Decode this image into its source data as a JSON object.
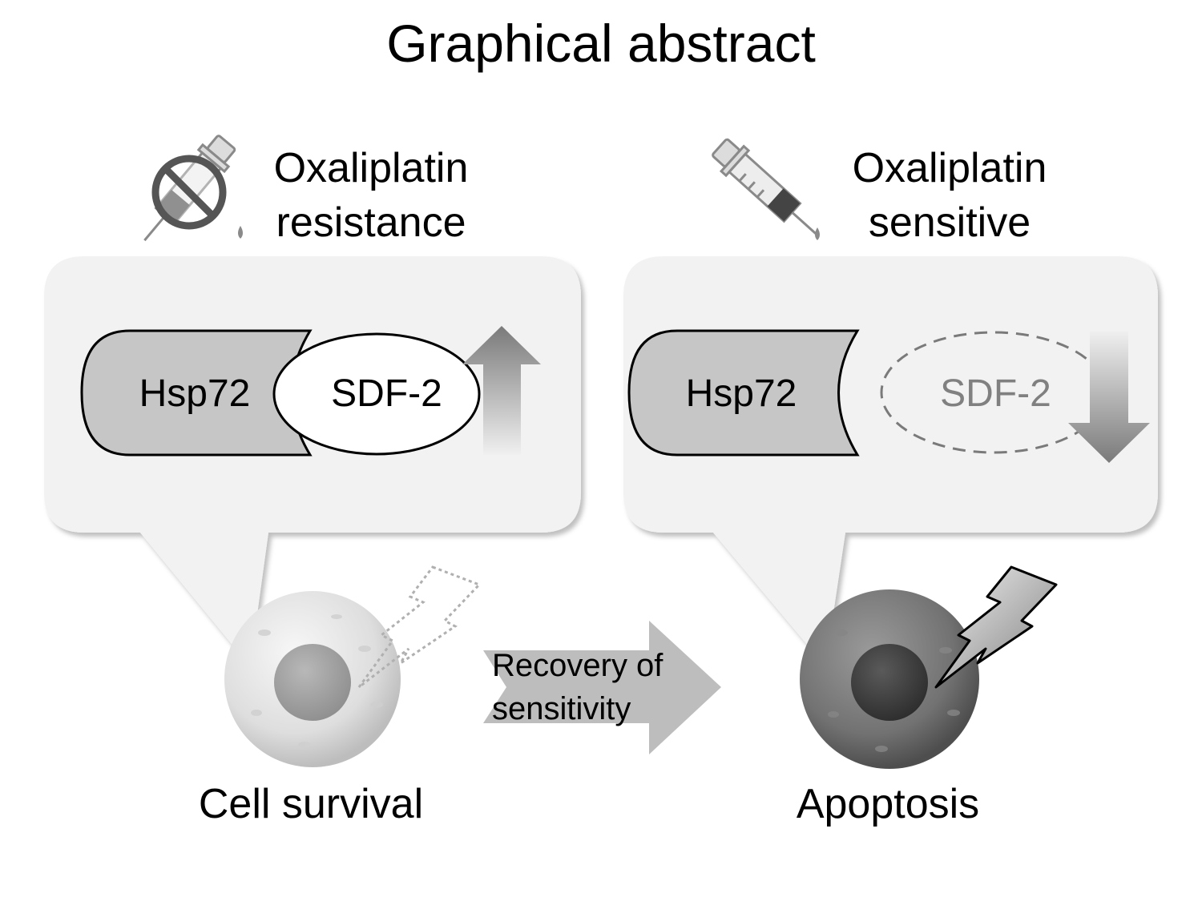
{
  "title": "Graphical abstract",
  "left": {
    "condition_line1": "Oxaliplatin",
    "condition_line2": "resistance",
    "protein_a": "Hsp72",
    "protein_b": "SDF-2",
    "sdf2_trend": "up",
    "outcome": "Cell survival",
    "icon": "syringe-prohibited-icon"
  },
  "right": {
    "condition_line1": "Oxaliplatin",
    "condition_line2": "sensitive",
    "protein_a": "Hsp72",
    "protein_b": "SDF-2",
    "sdf2_trend": "down",
    "outcome": "Apoptosis",
    "icon": "syringe-icon"
  },
  "transition": {
    "line1": "Recovery of",
    "line2": "sensitivity"
  },
  "colors": {
    "bubble_fill": "#f2f2f2",
    "hsp72_fill": "#c6c6c6",
    "arrow_gray": "#8c8c8c",
    "faded_text": "#808080"
  }
}
